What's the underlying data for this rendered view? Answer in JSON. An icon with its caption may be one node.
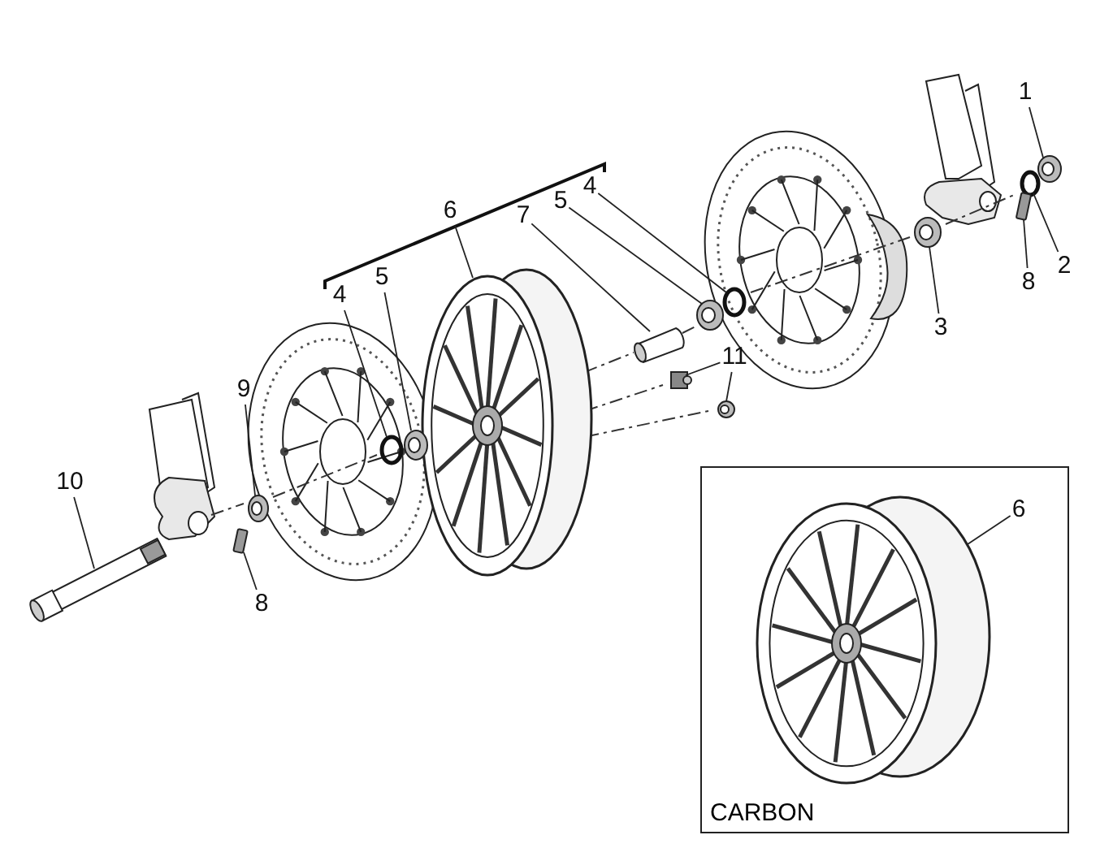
{
  "diagram": {
    "nodes": [
      {
        "text": [
          "1"
        ]
      },
      {
        "text": [],
        "shape": "circle"
      },
      {
        "text": [
          "2"
        ]
      },
      {
        "text": [],
        "shape": "circle"
      },
      {
        "text": [
          "3"
        ]
      },
      {
        "text": [],
        "shape": "circle"
      },
      {
        "text": [
          "4"
        ]
      },
      {
        "text": [],
        "shape": "circle"
      },
      {
        "text": [
          "5"
        ]
      },
      {
        "text": [],
        "shape": "circle"
      },
      {
        "text": [
          "6"
        ]
      },
      {
        "text": [],
        "shape": "picture"
      },
      {
        "text": [
          "7"
        ]
      },
      {
        "text": [],
        "shape": "cylinder"
      },
      {
        "text": [
          "8"
        ]
      },
      {
        "text": [],
        "shape": "bar"
      },
      {
        "text": [
          "4"
        ]
      },
      {
        "text": [],
        "shape": "circle"
      },
      {
        "text": [
          "5"
        ]
      },
      {
        "text": [],
        "shape": "circle"
      },
      {
        "text": [
          "9"
        ]
      },
      {
        "text": [],
        "shape": "circle"
      },
      {
        "text": [
          "10"
        ]
      },
      {
        "text": [],
        "shape": "bar"
      },
      {
        "text": [
          "8"
        ]
      },
      {
        "text": [],
        "shape": "bar"
      },
      {
        "text": [
          "11"
        ]
      },
      {
        "text": [],
        "shape": "box"
      },
      {
        "text": [],
        "shape": "circle"
      },
      {
        "text": [
          "CARBON"
        ]
      },
      {
        "text": [
          "6"
        ],
        "in": 29
      },
      {
        "text": [],
        "shape": "picture",
        "in": 29
      }
    ],
    "edges": [
      {
        "from": 0,
        "to": 1,
        "arrow": "none"
      },
      {
        "from": 2,
        "to": 3,
        "arrow": "none"
      },
      {
        "from": 4,
        "to": 5,
        "arrow": "none"
      },
      {
        "from": 6,
        "to": 7,
        "arrow": "none"
      },
      {
        "from": 8,
        "to": 9,
        "arrow": "none"
      },
      {
        "from": 10,
        "to": 11,
        "arrow": "none"
      },
      {
        "from": 12,
        "to": 13,
        "arrow": "none"
      },
      {
        "from": 14,
        "to": 15,
        "arrow": "none"
      },
      {
        "from": 16,
        "to": 17,
        "arrow": "none"
      },
      {
        "from": 18,
        "to": 19,
        "arrow": "none"
      },
      {
        "from": 20,
        "to": 21,
        "arrow": "none"
      },
      {
        "from": 22,
        "to": 23,
        "arrow": "none"
      },
      {
        "from": 24,
        "to": 25,
        "arrow": "none"
      },
      {
        "from": 26,
        "to": 27,
        "arrow": "none"
      },
      {
        "from": 26,
        "to": 28,
        "arrow": "none"
      },
      {
        "from": 30,
        "to": 31,
        "arrow": "none"
      }
    ]
  }
}
